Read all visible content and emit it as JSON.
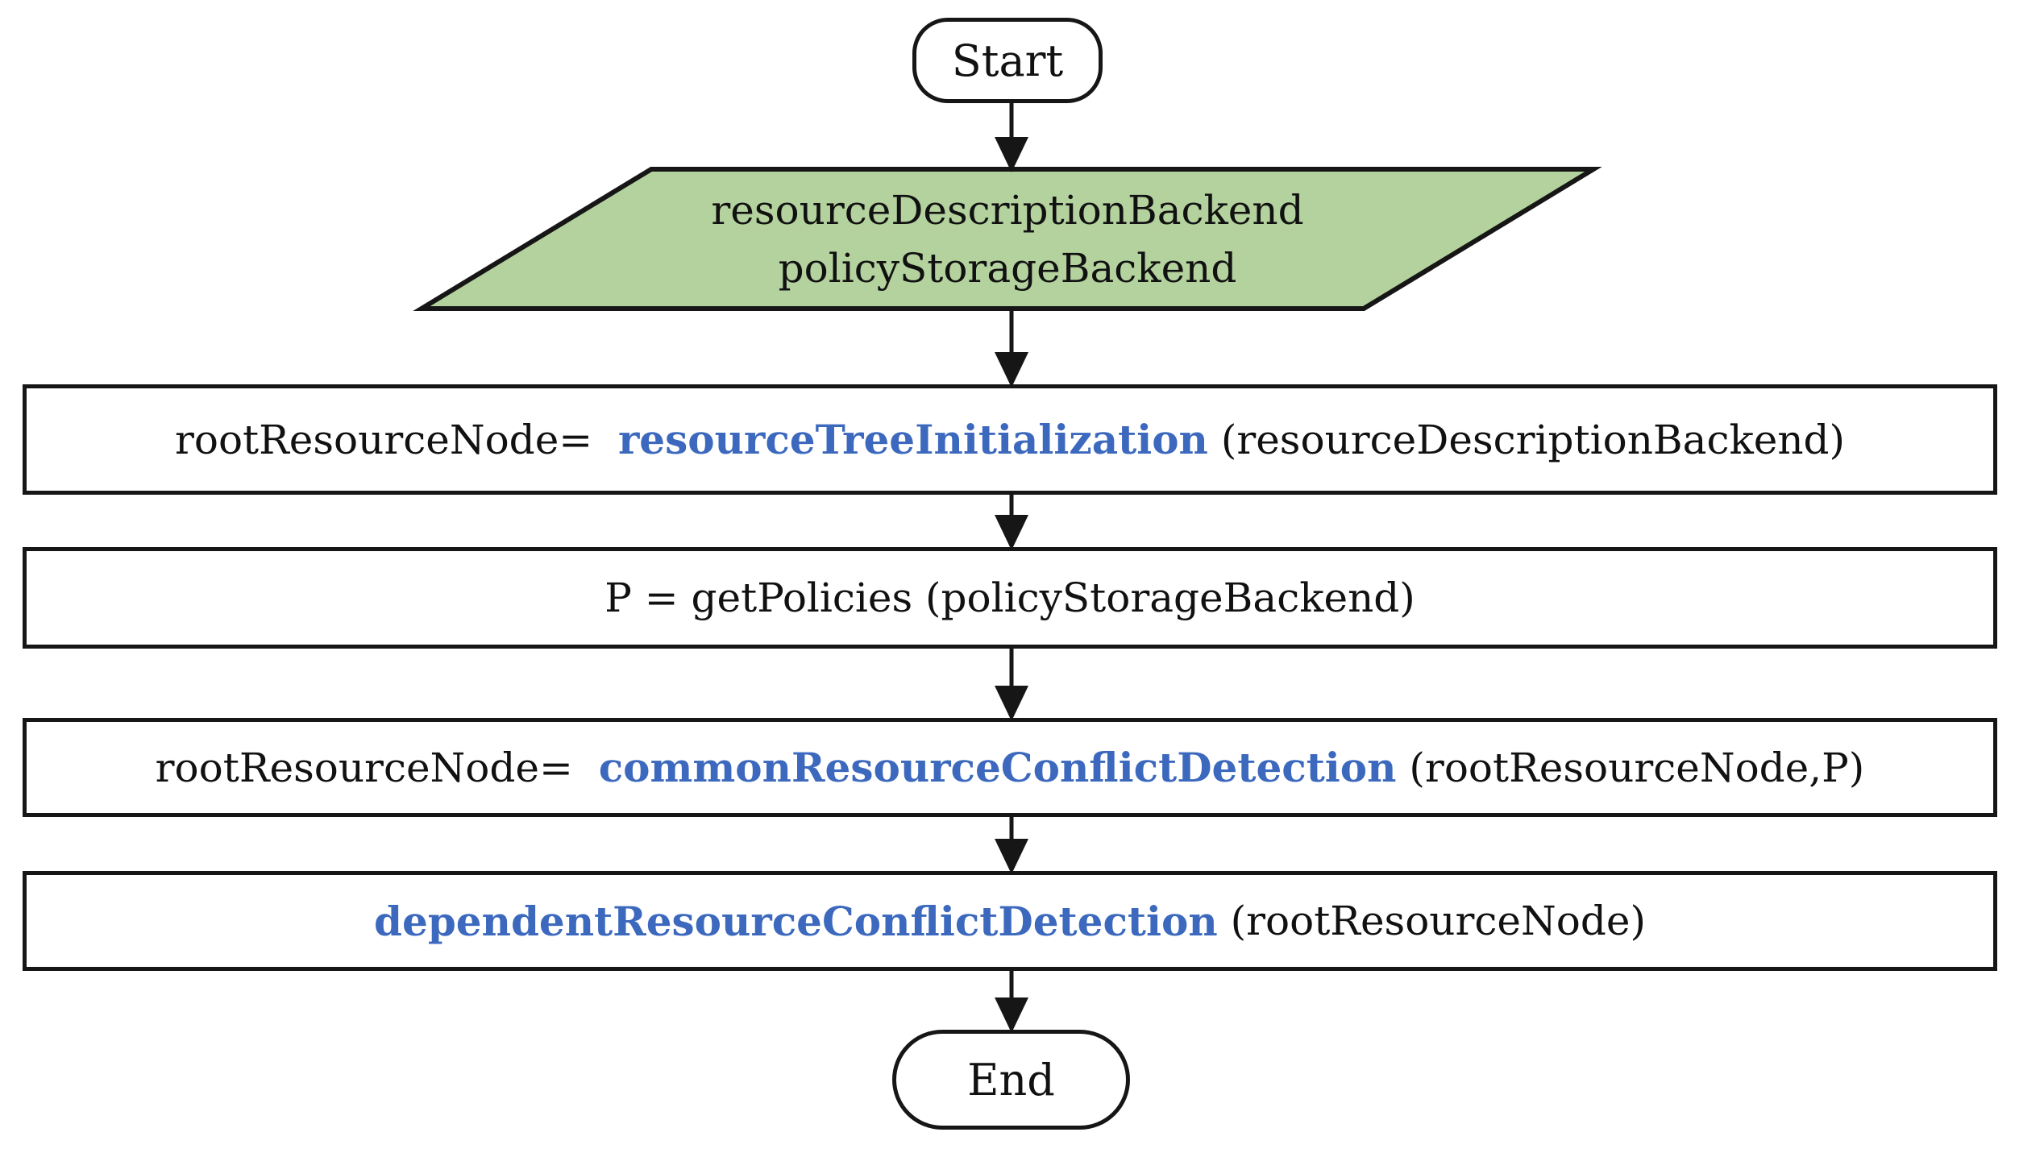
{
  "colors": {
    "io_fill": "#b4d29e",
    "accent": "#3c69be",
    "line": "#161616"
  },
  "nodes": {
    "start": {
      "label": "Start"
    },
    "input": {
      "line1": "resourceDescriptionBackend",
      "line2": "policyStorageBackend"
    },
    "step1": {
      "pre": "rootResourceNode=  ",
      "call": "resourceTreeInitialization",
      "post": " (resourceDescriptionBackend)"
    },
    "step2": {
      "pre": "P = getPolicies (policyStorageBackend)",
      "call": "",
      "post": ""
    },
    "step3": {
      "pre": "rootResourceNode=  ",
      "call": "commonResourceConflictDetection",
      "post": " (rootResourceNode,P)"
    },
    "step4": {
      "pre": "",
      "call": "dependentResourceConflictDetection",
      "post": " (rootResourceNode)"
    },
    "end": {
      "label": "End"
    }
  }
}
